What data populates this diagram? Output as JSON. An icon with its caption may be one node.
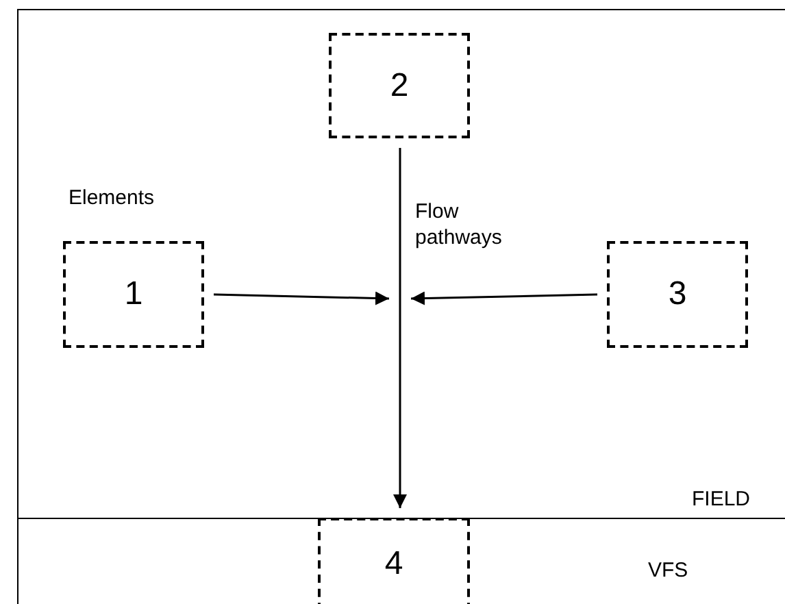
{
  "diagram": {
    "nodes": [
      {
        "text": [
          "2"
        ]
      },
      {
        "text": [
          "1"
        ]
      },
      {
        "text": [
          "3"
        ]
      },
      {
        "text": [
          "4"
        ]
      }
    ],
    "edges": [
      {
        "from": 0,
        "to": 3,
        "arrow": "to"
      },
      {
        "from": 1,
        "to": null,
        "arrow": "to"
      },
      {
        "from": 2,
        "to": null,
        "arrow": "to"
      }
    ],
    "labels": [
      "Elements",
      "Flow pathways",
      "FIELD",
      "VFS"
    ]
  }
}
